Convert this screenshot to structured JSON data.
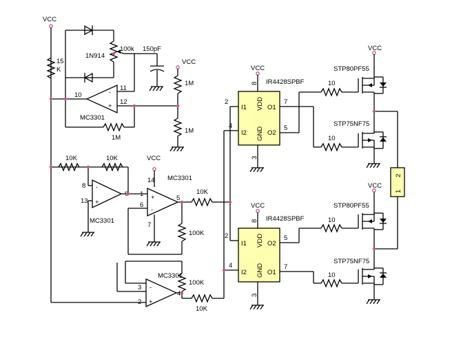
{
  "supply": {
    "vcc": "VCC"
  },
  "parts": {
    "diode": "1N914",
    "pot": "100k",
    "cap": "150pF",
    "opamp": "MC3301",
    "driver": "IR4428SPBF",
    "pmos": "STP80PF55",
    "nmos": "STP75NF75"
  },
  "resistors": {
    "r15k": "15\nK",
    "r1m": "1M",
    "r10k": "10K",
    "r10k_lower": "10K",
    "r100k": "100K",
    "r10": "10"
  },
  "pins": {
    "p1": "1",
    "p2": "2",
    "p3": "3",
    "p4": "4",
    "p5": "5",
    "p6": "6",
    "p7": "7",
    "p8": "8",
    "p9": "9",
    "p10": "10",
    "p11": "11",
    "p12": "12",
    "p13": "13",
    "p14": "14"
  },
  "driver_pins": {
    "in1": "I1",
    "in2": "I2",
    "out1": "O1",
    "out2": "O2",
    "vdd": "VDD",
    "gnd": "GND"
  },
  "opamp_signs": {
    "minus": "-",
    "plus": "+"
  },
  "load": {
    "pin1": "1",
    "pin2": "2"
  }
}
